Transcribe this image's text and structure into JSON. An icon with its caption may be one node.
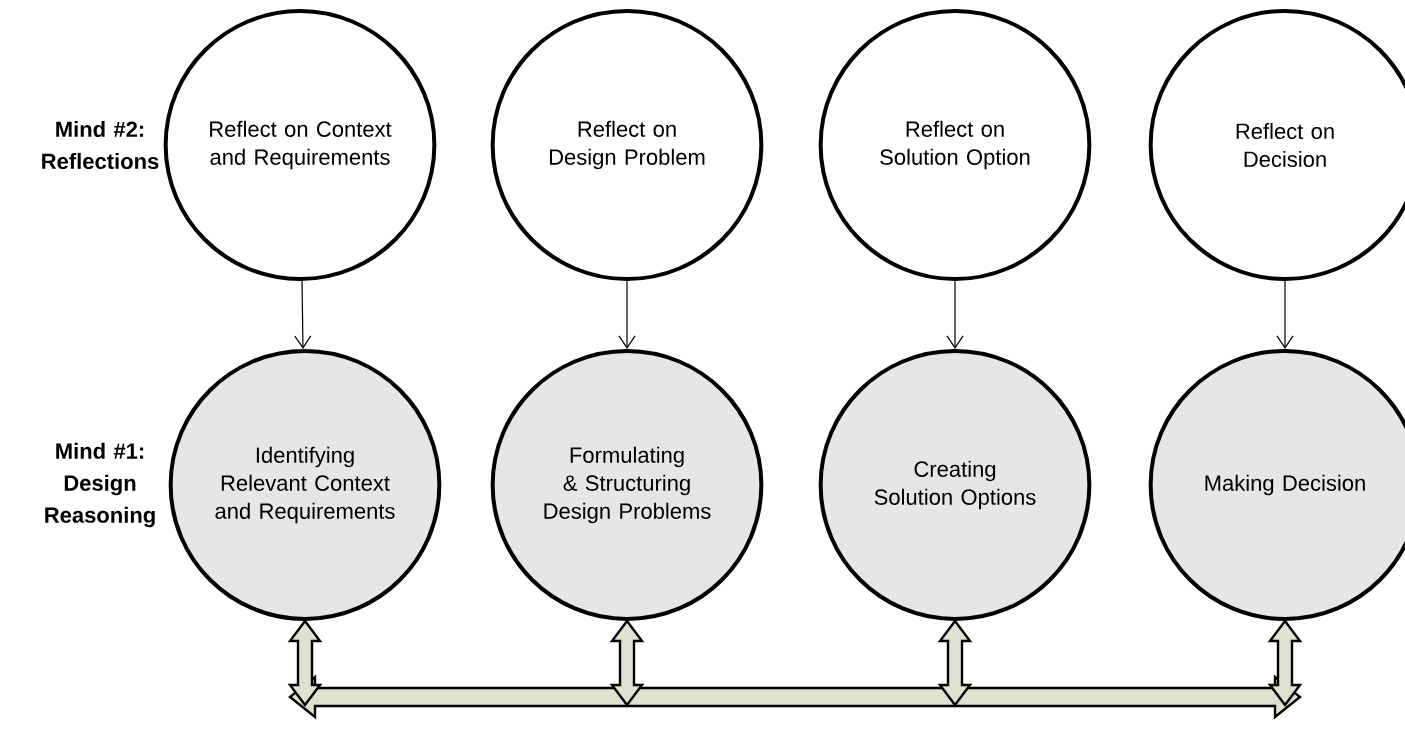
{
  "diagram": {
    "nodes": [
      {
        "text": [
          "Reflect on Context and Requirements"
        ]
      },
      {
        "text": [
          "Reflect on Design Problem"
        ]
      },
      {
        "text": [
          "Reflect on Solution Option"
        ]
      },
      {
        "text": [
          "Reflect on Decision"
        ]
      },
      {
        "text": [
          "Identifying Relevant Context and Requirements"
        ]
      },
      {
        "text": [
          "Formulating & Structuring Design Problems"
        ]
      },
      {
        "text": [
          "Creating Solution Options"
        ]
      },
      {
        "text": [
          "Making Decision"
        ]
      },
      {
        "text": [],
        "shape": "bar"
      }
    ],
    "edges": [
      {
        "from": 0,
        "to": 4,
        "arrow": "to"
      },
      {
        "from": 1,
        "to": 5,
        "arrow": "to"
      },
      {
        "from": 2,
        "to": 6,
        "arrow": "to"
      },
      {
        "from": 3,
        "to": 7,
        "arrow": "to"
      },
      {
        "from": 4,
        "to": 8,
        "arrow": "both",
        "style": "thick"
      },
      {
        "from": 5,
        "to": 8,
        "arrow": "both",
        "style": "thick"
      },
      {
        "from": 6,
        "to": 8,
        "arrow": "both",
        "style": "thick"
      },
      {
        "from": 7,
        "to": 8,
        "arrow": "both",
        "style": "thick"
      }
    ],
    "labels": [
      "Mind #2: Reflections",
      "Mind #1: Design Reasoning"
    ]
  }
}
